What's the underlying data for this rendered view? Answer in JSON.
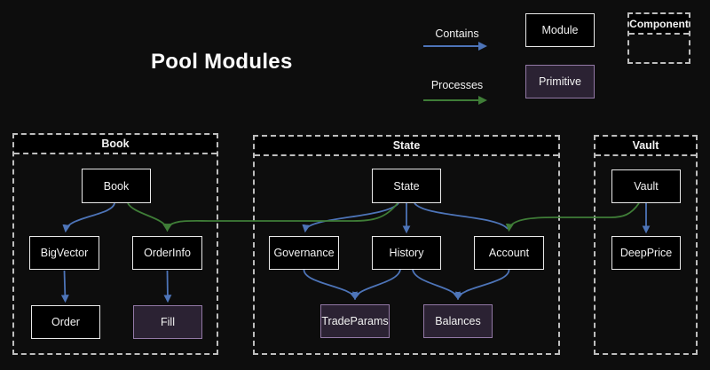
{
  "title": "Pool Modules",
  "legend": {
    "contains_label": "Contains",
    "processes_label": "Processes",
    "module_label": "Module",
    "primitive_label": "Primitive",
    "component_label": "Component"
  },
  "colors": {
    "background": "#0d0d0d",
    "contains_arrow_blue": "#4d74b8",
    "processes_arrow_green": "#3f7d37",
    "module_fill": "#000000",
    "module_border": "#e9e9e9",
    "primitive_fill": "#2b2233",
    "primitive_border": "#9278a5",
    "container_dashed_border": "#bdbdbd",
    "text": "#f2f2f2"
  },
  "containers": [
    {
      "label": "Book",
      "nodes": [
        {
          "label": "Book",
          "type": "module"
        },
        {
          "label": "BigVector",
          "type": "module"
        },
        {
          "label": "OrderInfo",
          "type": "module"
        },
        {
          "label": "Order",
          "type": "module"
        },
        {
          "label": "Fill",
          "type": "primitive"
        }
      ]
    },
    {
      "label": "State",
      "nodes": [
        {
          "label": "State",
          "type": "module"
        },
        {
          "label": "Governance",
          "type": "module"
        },
        {
          "label": "History",
          "type": "module"
        },
        {
          "label": "Account",
          "type": "module"
        },
        {
          "label": "TradeParams",
          "type": "primitive"
        },
        {
          "label": "Balances",
          "type": "primitive"
        }
      ]
    },
    {
      "label": "Vault",
      "nodes": [
        {
          "label": "Vault",
          "type": "module"
        },
        {
          "label": "DeepPrice",
          "type": "module"
        }
      ]
    }
  ],
  "edges": [
    {
      "from": "Book",
      "to": "BigVector",
      "type": "contains"
    },
    {
      "from": "Book",
      "to": "OrderInfo",
      "type": "processes"
    },
    {
      "from": "State",
      "to": "OrderInfo",
      "type": "processes"
    },
    {
      "from": "BigVector",
      "to": "Order",
      "type": "contains"
    },
    {
      "from": "OrderInfo",
      "to": "Fill",
      "type": "contains"
    },
    {
      "from": "State",
      "to": "Governance",
      "type": "contains"
    },
    {
      "from": "State",
      "to": "History",
      "type": "contains"
    },
    {
      "from": "State",
      "to": "Account",
      "type": "contains"
    },
    {
      "from": "Governance",
      "to": "TradeParams",
      "type": "contains"
    },
    {
      "from": "History",
      "to": "TradeParams",
      "type": "contains"
    },
    {
      "from": "History",
      "to": "Balances",
      "type": "contains"
    },
    {
      "from": "Account",
      "to": "Balances",
      "type": "contains"
    },
    {
      "from": "Vault",
      "to": "DeepPrice",
      "type": "contains"
    },
    {
      "from": "Vault",
      "to": "Account",
      "type": "processes"
    }
  ]
}
